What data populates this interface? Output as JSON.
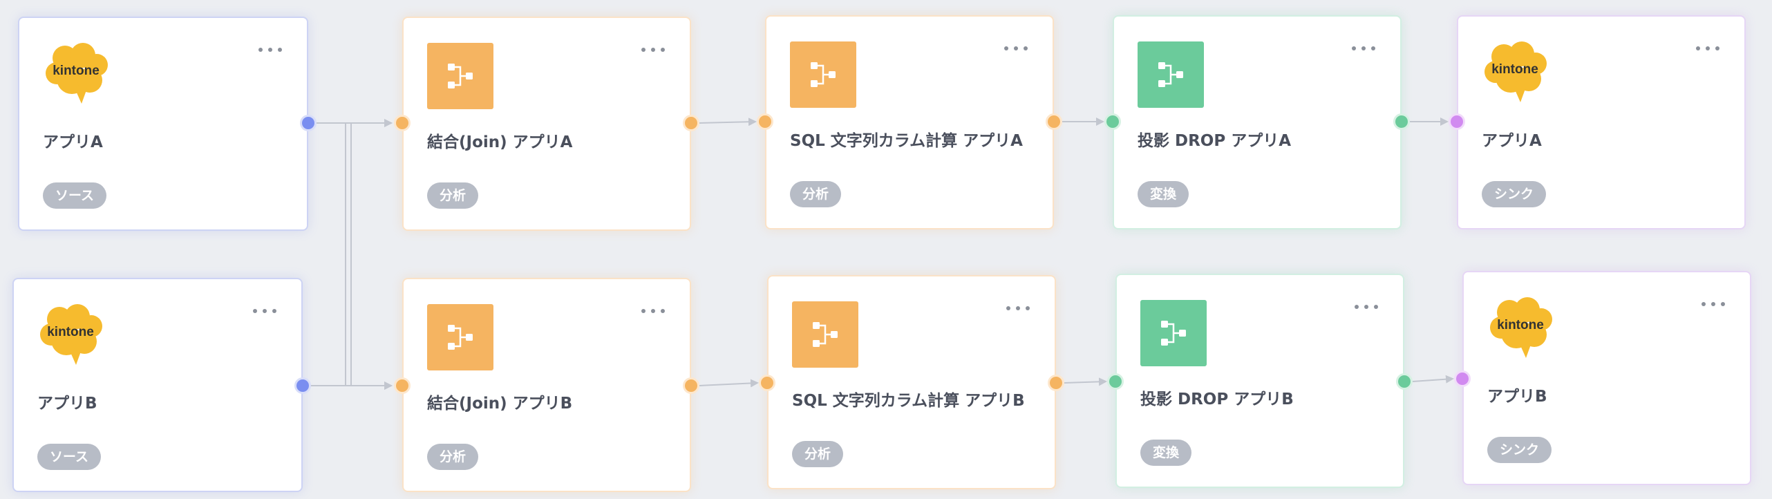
{
  "colors": {
    "source": "#7a8ef0",
    "analysis": "#f5b461",
    "transform": "#6bcb9b",
    "sink": "#d18af0",
    "badge": "#b7bcc6",
    "edge": "#c2c6cf"
  },
  "logo_text": "kintone",
  "nodes": [
    {
      "id": "src-a",
      "kind": "source",
      "icon": "kintone-logo-icon",
      "title": "アプリA",
      "badge": "ソース"
    },
    {
      "id": "join-a",
      "kind": "analysis",
      "icon": "flow-branch-icon",
      "title": "結合(Join) アプリA",
      "badge": "分析"
    },
    {
      "id": "sql-a",
      "kind": "analysis",
      "icon": "flow-branch-icon",
      "title": "SQL 文字列カラム計算 アプリA",
      "badge": "分析"
    },
    {
      "id": "drop-a",
      "kind": "transform",
      "icon": "flow-branch-icon",
      "title": "投影 DROP アプリA",
      "badge": "変換"
    },
    {
      "id": "sink-a",
      "kind": "sink",
      "icon": "kintone-logo-icon",
      "title": "アプリA",
      "badge": "シンク"
    },
    {
      "id": "src-b",
      "kind": "source",
      "icon": "kintone-logo-icon",
      "title": "アプリB",
      "badge": "ソース"
    },
    {
      "id": "join-b",
      "kind": "analysis",
      "icon": "flow-branch-icon",
      "title": "結合(Join) アプリB",
      "badge": "分析"
    },
    {
      "id": "sql-b",
      "kind": "analysis",
      "icon": "flow-branch-icon",
      "title": "SQL 文字列カラム計算 アプリB",
      "badge": "分析"
    },
    {
      "id": "drop-b",
      "kind": "transform",
      "icon": "flow-branch-icon",
      "title": "投影 DROP アプリB",
      "badge": "変換"
    },
    {
      "id": "sink-b",
      "kind": "sink",
      "icon": "kintone-logo-icon",
      "title": "アプリB",
      "badge": "シンク"
    }
  ],
  "edges": [
    {
      "from": "src-a",
      "to": "join-a"
    },
    {
      "from": "src-a",
      "to": "join-b"
    },
    {
      "from": "src-b",
      "to": "join-a"
    },
    {
      "from": "src-b",
      "to": "join-b"
    },
    {
      "from": "join-a",
      "to": "sql-a"
    },
    {
      "from": "sql-a",
      "to": "drop-a"
    },
    {
      "from": "drop-a",
      "to": "sink-a"
    },
    {
      "from": "join-b",
      "to": "sql-b"
    },
    {
      "from": "sql-b",
      "to": "drop-b"
    },
    {
      "from": "drop-b",
      "to": "sink-b"
    }
  ]
}
